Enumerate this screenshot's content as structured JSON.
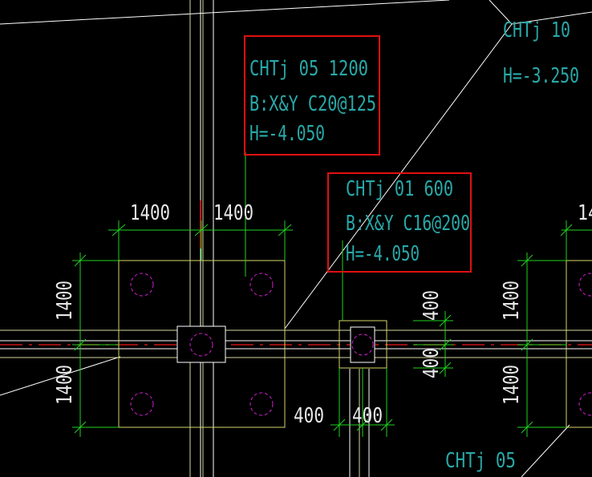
{
  "colors": {
    "background": "#000000",
    "annotation_text": "#29a9a9",
    "dimension": "#1fd21f",
    "dimension_text": "#e8e8e8",
    "pile_cap_outline": "#d6d66a",
    "pile_circle": "#d21fd2",
    "highlight_box": "#e01010",
    "axis_line": "#d6d6a0",
    "axis_center": "#c81414",
    "structure_line": "#ffffff"
  },
  "labels": {
    "cap_top_right": {
      "name": "CHTj 10",
      "elevation": "H=-3.250"
    },
    "cap_05_note": {
      "name": "CHTj 05 1200",
      "rebar": "B:X&Y C20@125",
      "elevation": "H=-4.050"
    },
    "cap_01_note": {
      "name": "CHTj 01 600",
      "rebar": "B:X&Y C16@200",
      "elevation": "H=-4.050"
    },
    "cap_bottom_right": {
      "name": "CHTj 05"
    }
  },
  "dimensions": {
    "top_left": "1400",
    "top_right": "1400",
    "left_upper": "1400",
    "left_lower": "1400",
    "right_upper": "1400",
    "right_lower": "1400",
    "small_upper": "400",
    "small_lower": "400",
    "bottom_left": "400",
    "bottom_right": "400",
    "edge_clipped": "14"
  }
}
